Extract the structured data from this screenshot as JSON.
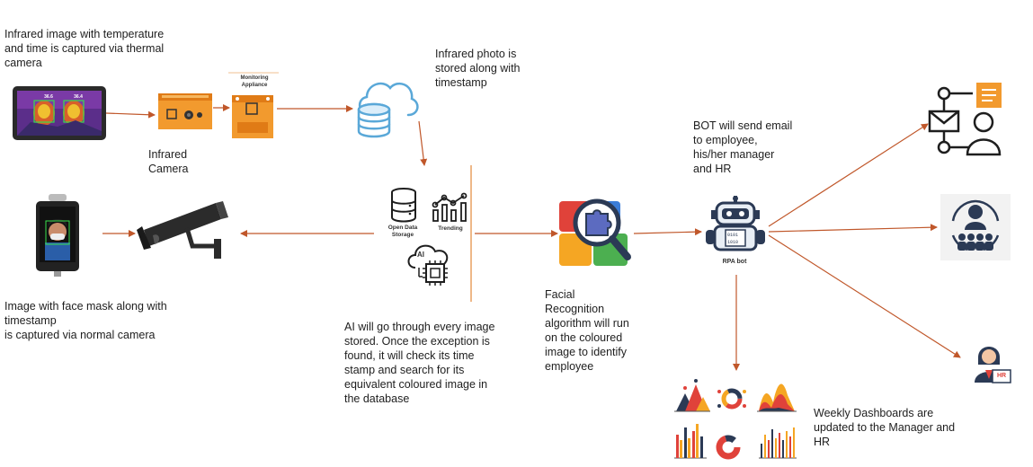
{
  "texts": {
    "infrared_capture": "Infrared image with temperature\nand time is captured  via thermal\ncamera",
    "infrared_camera": "Infrared\nCamera",
    "monitoring_appliance": "Monitoring\nAppliance",
    "photo_stored": "Infrared photo is\nstored along with\ntimestamp",
    "bot_email": "BOT  will send email\nto employee,\nhis/her manager\nand HR",
    "face_mask": "Image with face mask along with\ntimestamp\nis captured  via normal camera",
    "ai_description": "AI will go through every image\nstored. Once  the exception is\nfound, it will check its time\nstamp and search  for its\nequivalent coloured image in\nthe database",
    "facial_recognition": "Facial\nRecognition\nalgorithm will run\non the coloured\nimage to identify\nemployee",
    "dashboards": "Weekly Dashboards are\nupdated to the Manager  and\nHR",
    "open_data_storage": "Open Data\nStorage",
    "trending": "Trending",
    "ai": "AI",
    "rpa_bot": "RPA bot",
    "hr_badge": "HR",
    "thermal_temp_1": "36.6",
    "thermal_temp_2": "36.4"
  },
  "colors": {
    "arrow": "#c0572a",
    "orange": "#f29a2e",
    "dark_orange": "#e07b16",
    "cloud_blue": "#5aa8d8",
    "navy": "#2b3a55"
  },
  "icons": [
    "thermal-tablet-icon",
    "infrared-camera-icon",
    "monitoring-appliance-icon",
    "cloud-database-icon",
    "face-scanner-icon",
    "cctv-camera-icon",
    "open-data-storage-icon",
    "trending-icon",
    "ai-chip-icon",
    "facial-recognition-icon",
    "rpa-bot-icon",
    "email-workflow-icon",
    "team-meeting-icon",
    "hr-person-icon",
    "dashboard-charts-icon"
  ]
}
